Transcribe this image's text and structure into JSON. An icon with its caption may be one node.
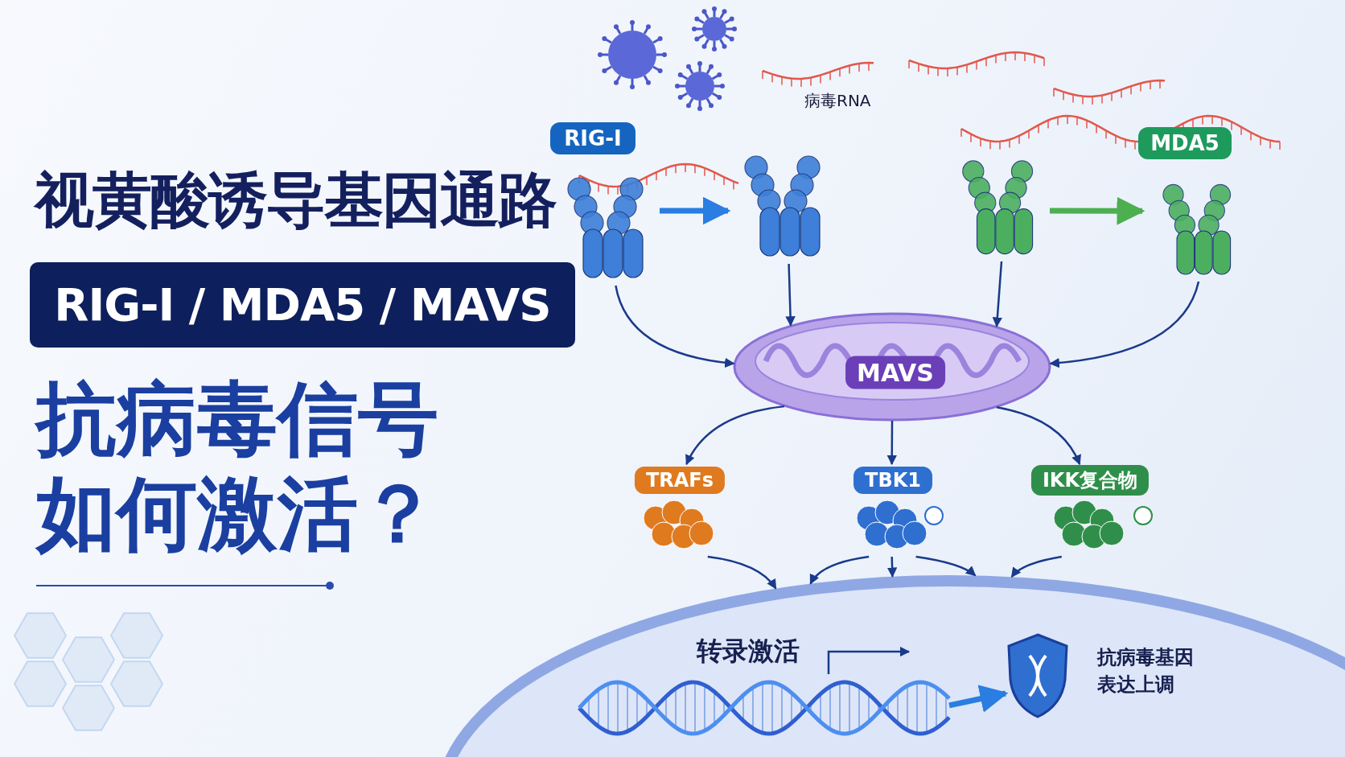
{
  "diagram": {
    "title": "视黄酸诱导基因通路",
    "nodes": [
      {
        "text": [
          "RIG-I"
        ]
      },
      {
        "text": [],
        "shape": "picture"
      },
      {
        "text": [],
        "shape": "picture"
      },
      {
        "text": [],
        "shape": "picture"
      },
      {
        "text": [],
        "shape": "picture"
      },
      {
        "text": [
          "MDA5"
        ]
      },
      {
        "text": [
          "MAVS"
        ]
      },
      {
        "text": [
          "TRAFs"
        ]
      },
      {
        "text": [
          "TBK1"
        ]
      },
      {
        "text": [
          "IKK复合物"
        ]
      },
      {
        "text": [],
        "shape": "ellipse"
      },
      {
        "text": [],
        "shape": "picture",
        "in": 10,
        "beside": [
          "转录激活"
        ]
      },
      {
        "text": [],
        "shape": "picture",
        "in": 10,
        "beside": [
          "抗病毒基因表达上调"
        ]
      }
    ],
    "edges": [
      {
        "from": 1,
        "to": 2,
        "arrow": "to",
        "style": "thick",
        "color": "#2a7de1"
      },
      {
        "from": 3,
        "to": 4,
        "arrow": "to",
        "style": "thick",
        "color": "#4caf50"
      },
      {
        "from": 1,
        "to": 6,
        "arrow": "to"
      },
      {
        "from": 2,
        "to": 6,
        "arrow": "to"
      },
      {
        "from": 3,
        "to": 6,
        "arrow": "to"
      },
      {
        "from": 4,
        "to": 6,
        "arrow": "to"
      },
      {
        "from": 6,
        "to": 7,
        "arrow": "to"
      },
      {
        "from": 6,
        "to": 8,
        "arrow": "to"
      },
      {
        "from": 6,
        "to": 9,
        "arrow": "to"
      },
      {
        "from": 7,
        "to": 10,
        "arrow": "to"
      },
      {
        "from": 8,
        "to": 10,
        "arrow": "to"
      },
      {
        "from": 8,
        "to": 10,
        "arrow": "to"
      },
      {
        "from": 8,
        "to": 10,
        "arrow": "to"
      },
      {
        "from": 9,
        "to": 10,
        "arrow": "to"
      },
      {
        "from": 11,
        "to": 12,
        "arrow": "to",
        "style": "thick",
        "color": "#2a7de1"
      }
    ],
    "labels": [
      "RIG-I / MDA5 / MAVS",
      "抗病毒信号如何激活？",
      "病毒RNA"
    ]
  }
}
